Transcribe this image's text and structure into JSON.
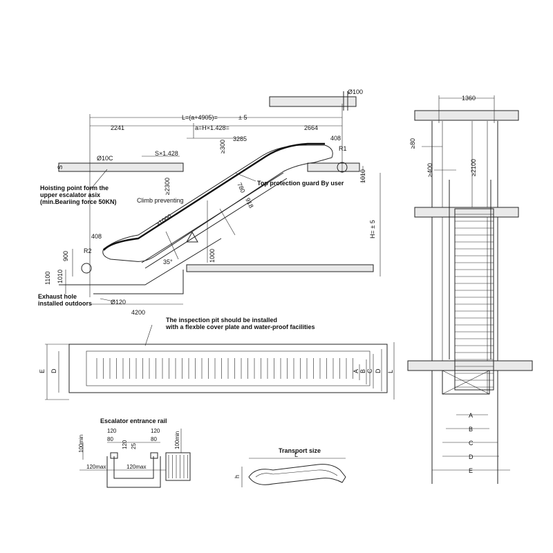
{
  "labels": {
    "phi100": "Ø100",
    "dim1360": "1360",
    "l_formula": "L=(a+4905)=",
    "pm5_top": "± 5",
    "dim2241": "2241",
    "a_formula": "a=H×1.428=",
    "dim2664": "2664",
    "dim3285": "3285",
    "ge300": "≥300",
    "dim408_top": "408",
    "r1": "R1",
    "s_formula": "S×1.428",
    "phi100_left": "Ø10C",
    "s_label": "S",
    "dim1010_right": "1010",
    "ge2300": "≥2300",
    "dim780": "780",
    "dim918": "918",
    "top_guard": "Top protection guard By user",
    "hoisting_1": "Hoisting point form the",
    "hoisting_2": "upper escalator asix",
    "hoisting_3": "(min.Beariing force 50KN)",
    "climb": "Climb preventing",
    "ge1000": "≥1000",
    "h_pm5": "H=    ± 5",
    "dim408_bottom": "408",
    "r2": "R2",
    "dim900": "900",
    "angle35": "35°",
    "dim1000": "1000",
    "dim1100": "1100",
    "dim1010_left": "1010",
    "exhaust_1": "Exhaust hole",
    "exhaust_2": "installed outdoors",
    "phi120": "Ø120",
    "dim4200": "4200",
    "ge80": "≥80",
    "ge2100": "≥2100",
    "ge400": "≥400",
    "inspection_1": "The inspection pit should be installed",
    "inspection_2": "with a flexble cover plate and water-proof facilities",
    "e_label": "E",
    "d_label": "D",
    "a_label": "A",
    "b_label": "B",
    "c_label": "C",
    "d2_label": "D",
    "l_label": "L",
    "va": "A",
    "vb": "B",
    "vc": "C",
    "vd": "D",
    "ve": "E",
    "entrance_rail": "Escalator entrance rail",
    "dim120_a": "120",
    "dim80_a": "80",
    "dim120_b": "120",
    "dim25": "25",
    "dim120_c": "120",
    "dim80_b": "80",
    "min100_a": "100min",
    "min100_b": "100min",
    "max120_a": "120max",
    "max120_b": "120max",
    "transport": "Transport size",
    "transport_l": "L",
    "transport_h": "h"
  }
}
